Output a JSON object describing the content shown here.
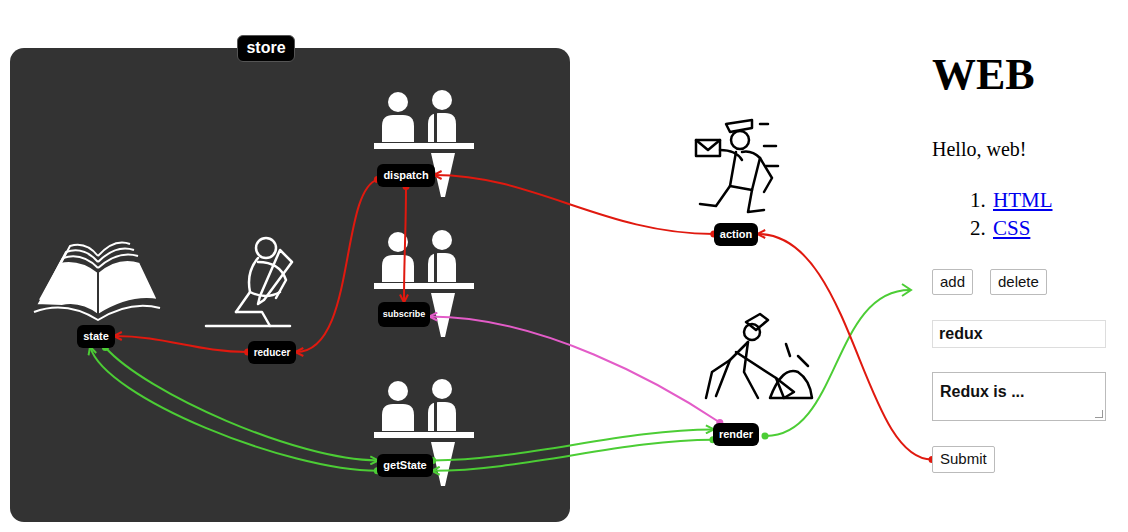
{
  "diagram": {
    "nodes": [
      {
        "text": [
          "store"
        ]
      },
      {
        "text": [
          "dispatch"
        ],
        "in": 0
      },
      {
        "text": [
          "subscribe"
        ],
        "in": 0
      },
      {
        "text": [
          "state"
        ],
        "in": 0
      },
      {
        "text": [
          "reducer"
        ],
        "in": 0
      },
      {
        "text": [
          "getState"
        ],
        "in": 0
      },
      {
        "text": [
          "action"
        ]
      },
      {
        "text": [
          "render"
        ]
      },
      {
        "text": [
          "add"
        ]
      },
      {
        "text": [
          "delete"
        ]
      },
      {
        "text": [
          "redux"
        ]
      },
      {
        "text": [
          "Redux is ..."
        ]
      },
      {
        "text": [
          "Submit"
        ]
      }
    ],
    "edges": [
      {
        "from": 12,
        "to": 6,
        "arrow": "to"
      },
      {
        "from": 6,
        "to": 1,
        "arrow": "to"
      },
      {
        "from": 1,
        "to": 4,
        "arrow": "to"
      },
      {
        "from": 1,
        "to": 2,
        "arrow": "to"
      },
      {
        "from": 4,
        "to": 3,
        "arrow": "to"
      },
      {
        "from": 7,
        "to": 2,
        "arrow": "to"
      },
      {
        "from": 3,
        "to": 5,
        "arrow": "to"
      },
      {
        "from": 5,
        "to": 3,
        "arrow": "to"
      },
      {
        "from": 5,
        "to": 7,
        "arrow": "to"
      },
      {
        "from": 7,
        "to": 5,
        "arrow": "to"
      }
    ],
    "labels": [
      "WEB",
      "Hello, web!",
      "1.",
      "HTML",
      "2.",
      "CSS"
    ]
  }
}
